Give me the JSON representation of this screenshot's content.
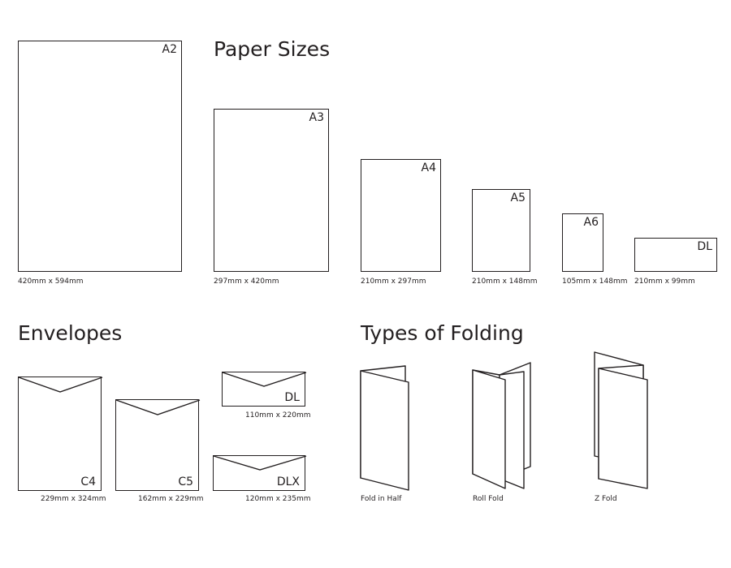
{
  "paper_sizes": {
    "heading": "Paper Sizes",
    "items": [
      {
        "key": "a2",
        "label": "A2",
        "dims": "420mm x 594mm"
      },
      {
        "key": "a3",
        "label": "A3",
        "dims": "297mm x 420mm"
      },
      {
        "key": "a4",
        "label": "A4",
        "dims": "210mm x 297mm"
      },
      {
        "key": "a5",
        "label": "A5",
        "dims": "210mm x 148mm"
      },
      {
        "key": "a6",
        "label": "A6",
        "dims": "105mm x 148mm"
      },
      {
        "key": "dl",
        "label": "DL",
        "dims": "210mm x 99mm"
      }
    ]
  },
  "envelopes": {
    "heading": "Envelopes",
    "items": [
      {
        "key": "c4",
        "label": "C4",
        "dims": "229mm x 324mm"
      },
      {
        "key": "c5",
        "label": "C5",
        "dims": "162mm x 229mm"
      },
      {
        "key": "dl",
        "label": "DL",
        "dims": "110mm x 220mm"
      },
      {
        "key": "dlx",
        "label": "DLX",
        "dims": "120mm x 235mm"
      }
    ]
  },
  "folding": {
    "heading": "Types of Folding",
    "items": [
      {
        "key": "half",
        "label": "Fold in Half"
      },
      {
        "key": "roll",
        "label": "Roll Fold"
      },
      {
        "key": "z",
        "label": "Z Fold"
      }
    ]
  }
}
